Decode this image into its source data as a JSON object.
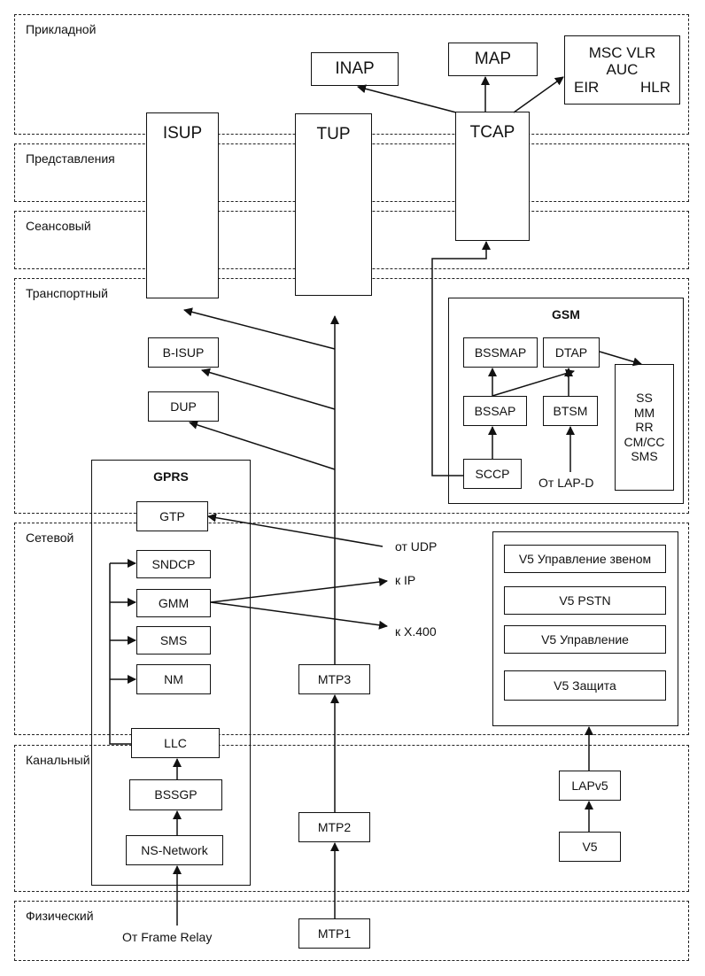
{
  "layers": {
    "application": "Прикладной",
    "presentation": "Представления",
    "session": "Сеансовый",
    "transport": "Транспортный",
    "network": "Сетевой",
    "datalink": "Канальный",
    "physical": "Физический"
  },
  "app_boxes": {
    "inap": "INAP",
    "map": "MAP",
    "msc_vlr": "MSC VLR",
    "auc": "AUC",
    "eir": "EIR",
    "hlr": "HLR"
  },
  "columns": {
    "isup": "ISUP",
    "tup": "TUP",
    "tcap": "TCAP"
  },
  "transport": {
    "b_isup": "B-ISUP",
    "dup": "DUP"
  },
  "gsm": {
    "title": "GSM",
    "bssmap": "BSSMAP",
    "dtap": "DTAP",
    "bssap": "BSSAP",
    "btsm": "BTSM",
    "sccp": "SCCP",
    "from_lapd": "От LAP-D",
    "services": [
      "SS",
      "MM",
      "RR",
      "CM/CC",
      "SMS"
    ]
  },
  "gprs": {
    "title": "GPRS",
    "gtp": "GTP",
    "sndcp": "SNDCP",
    "gmm": "GMM",
    "sms": "SMS",
    "nm": "NM",
    "llc": "LLC",
    "bssgp": "BSSGP",
    "ns_network": "NS-Network",
    "from_frame_relay": "От Frame Relay"
  },
  "network_labels": {
    "from_udp": "от UDP",
    "to_ip": "к IP",
    "to_x400": "к X.400"
  },
  "mtp": {
    "mtp3": "MTP3",
    "mtp2": "MTP2",
    "mtp1": "MTP1"
  },
  "v5": {
    "link_control": "V5 Управление звеном",
    "pstn": "V5  PSTN",
    "control": "V5  Управление",
    "protection": "V5  Защита",
    "lapv5": "LAPv5",
    "v5": "V5"
  }
}
